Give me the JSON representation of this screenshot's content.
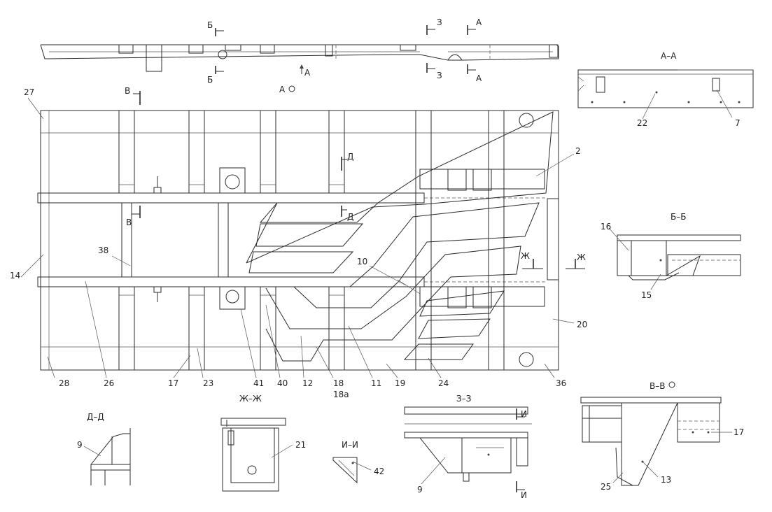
{
  "section_labels": {
    "top_b": "Б",
    "top_b2": "Б",
    "top_3": "З",
    "top_3b": "З",
    "top_a": "А",
    "top_a2": "А",
    "arrow_a": "А",
    "view_a": "А",
    "v_top": "В",
    "v_mid": "В",
    "d_top": "Д",
    "d_mid": "Д",
    "zh_left": "Ж",
    "zh_right": "Ж"
  },
  "view_titles": {
    "aa": "А–А",
    "bb": "Б–Б",
    "dd": "Д–Д",
    "zhzh": "Ж–Ж",
    "ii": "И–И",
    "zz": "З–З",
    "vv": "В–В"
  },
  "section_arrows_33": {
    "i_top": "И",
    "i_bottom": "И"
  },
  "callouts": {
    "c27": "27",
    "c2": "2",
    "c14": "14",
    "c38": "38",
    "c10": "10",
    "c20": "20",
    "c28": "28",
    "c26": "26",
    "c17": "17",
    "c23": "23",
    "c41": "41",
    "c40": "40",
    "c12": "12",
    "c18": "18",
    "c18a": "18а",
    "c11": "11",
    "c19": "19",
    "c24": "24",
    "c36": "36",
    "c22": "22",
    "c7": "7",
    "c16": "16",
    "c15": "15",
    "c9a": "9",
    "c21": "21",
    "c42": "42",
    "c9b": "9",
    "c17b": "17",
    "c25": "25",
    "c13": "13"
  }
}
